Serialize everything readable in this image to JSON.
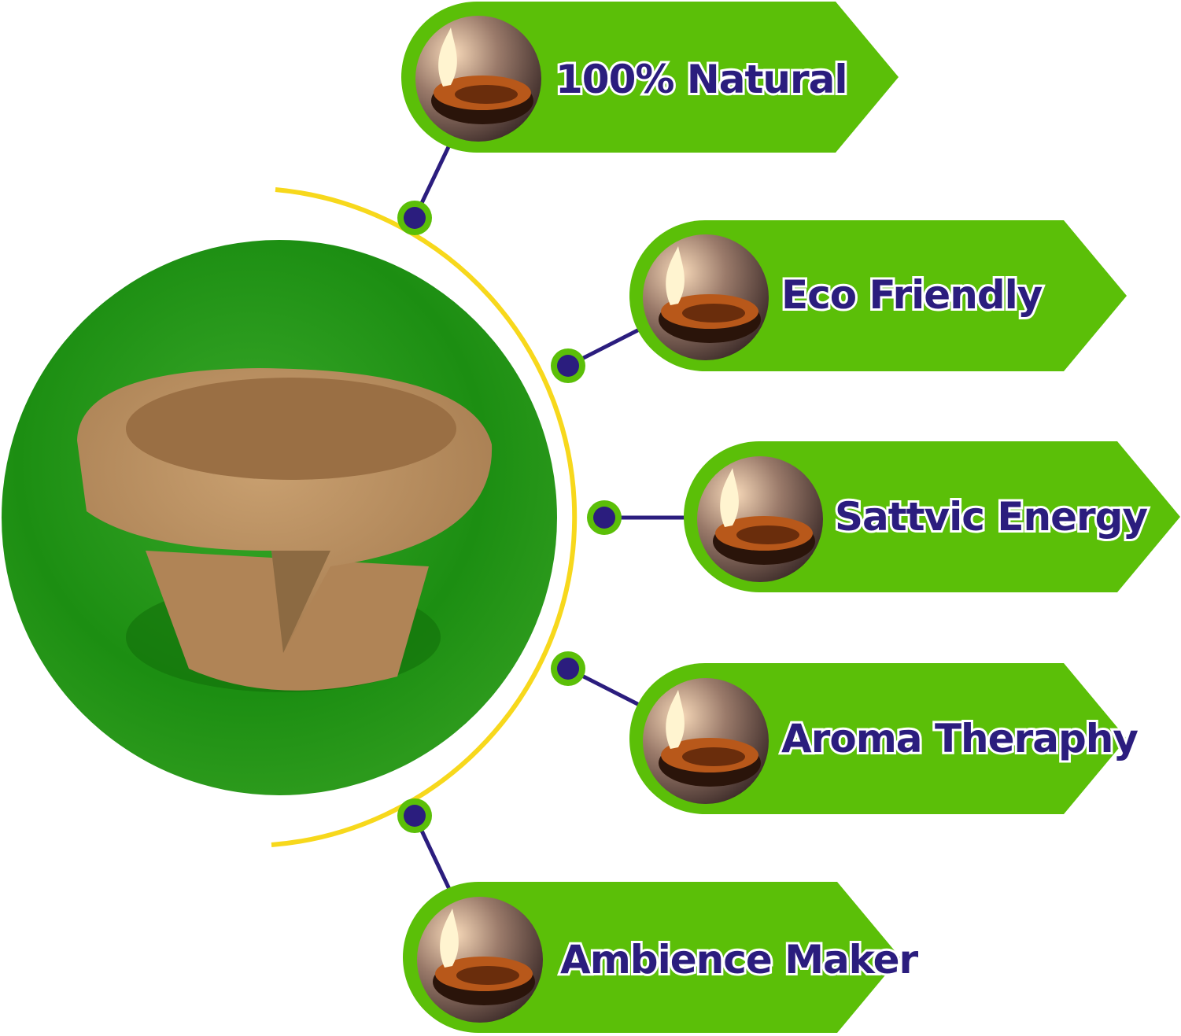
{
  "colors": {
    "badge_green": "#5bbf08",
    "navy": "#2b1d7e",
    "yellow": "#f7d81c",
    "circle_green": "#2a9a14"
  },
  "features": [
    {
      "label": "100% Natural",
      "icon": "diya-lamp-icon"
    },
    {
      "label": "Eco Friendly",
      "icon": "diya-lamp-icon"
    },
    {
      "label": "Sattvic Energy",
      "icon": "diya-lamp-icon"
    },
    {
      "label": "Aroma Theraphy",
      "icon": "diya-lamp-icon"
    },
    {
      "label": "Ambience Maker",
      "icon": "diya-lamp-icon"
    }
  ]
}
